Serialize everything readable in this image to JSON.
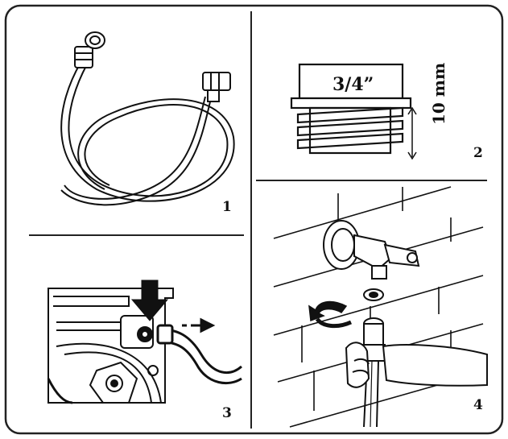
{
  "panels": [
    {
      "number": "1"
    },
    {
      "number": "2",
      "thread_size": "3/4”",
      "thread_length": "10 mm"
    },
    {
      "number": "3"
    },
    {
      "number": "4"
    }
  ],
  "colors": {
    "ink": "#111111",
    "background": "#ffffff",
    "frame": "#222222"
  },
  "icons": [
    "inlet-hose",
    "threaded-connector",
    "washer-back-inlet",
    "wall-tap-connection"
  ]
}
